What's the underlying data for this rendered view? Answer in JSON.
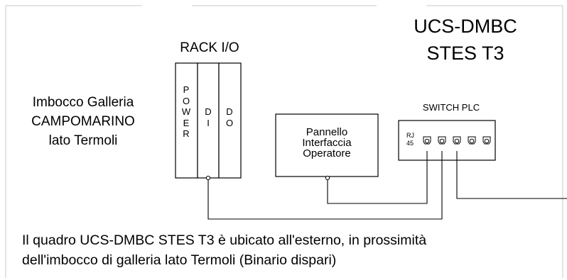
{
  "title": {
    "line1": "UCS-DMBC",
    "line2": "STES T3"
  },
  "rack": {
    "label": "RACK I/O",
    "modules": [
      {
        "letters": [
          "P",
          "O",
          "W",
          "E",
          "R"
        ]
      },
      {
        "letters": [
          "D",
          "I"
        ]
      },
      {
        "letters": [
          "D",
          "O"
        ]
      }
    ]
  },
  "location": {
    "line1": "Imbocco Galleria",
    "line2": "CAMPOMARINO",
    "line3": "lato Termoli"
  },
  "panel": {
    "line1": "Pannello",
    "line2": "Interfaccia",
    "line3": "Operatore"
  },
  "switch": {
    "label": "SWITCH PLC",
    "port_label_line1": "RJ",
    "port_label_line2": "45",
    "port_count": 5
  },
  "note": {
    "line1": "Il quadro UCS-DMBC STES T3 è ubicato all'esterno, in prossimità",
    "line2": "dell'imbocco di galleria lato Termoli (Binario dispari)"
  }
}
